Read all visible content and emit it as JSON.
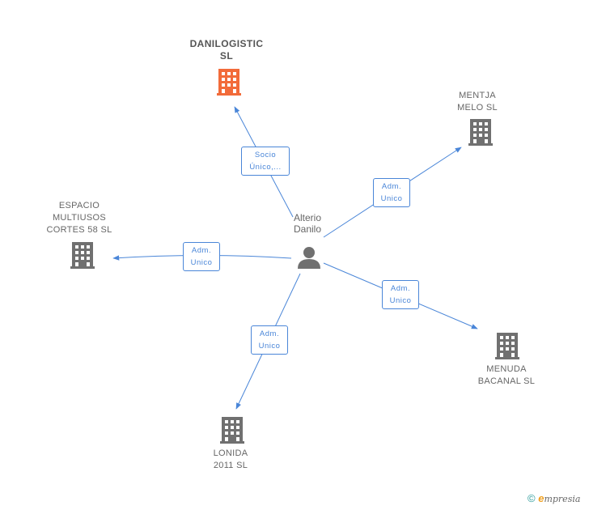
{
  "center": {
    "name_line1": "Alterio",
    "name_line2": "Danilo"
  },
  "companies": {
    "danilogistic": {
      "line1": "DANILOGISTIC",
      "line2": "SL",
      "color": "#f26b3a"
    },
    "mentja": {
      "line1": "MENTJA",
      "line2": "MELO SL"
    },
    "espacio": {
      "line1": "ESPACIO",
      "line2": "MULTIUSOS",
      "line3": "CORTES 58 SL"
    },
    "menuda": {
      "line1": "MENUDA",
      "line2": "BACANAL SL"
    },
    "lonida": {
      "line1": "LONIDA",
      "line2": "2011 SL"
    }
  },
  "relations": {
    "danilogistic": {
      "line1": "Socio",
      "line2": "Único,..."
    },
    "mentja": {
      "line1": "Adm.",
      "line2": "Unico"
    },
    "espacio": {
      "line1": "Adm.",
      "line2": "Unico"
    },
    "menuda": {
      "line1": "Adm.",
      "line2": "Unico"
    },
    "lonida": {
      "line1": "Adm.",
      "line2": "Unico"
    }
  },
  "footer": {
    "copyright": "©",
    "brand_e": "e",
    "brand_rest": "mpresia"
  },
  "colors": {
    "edge": "#4a86d8",
    "building": "#707070",
    "highlight": "#f26b3a"
  }
}
